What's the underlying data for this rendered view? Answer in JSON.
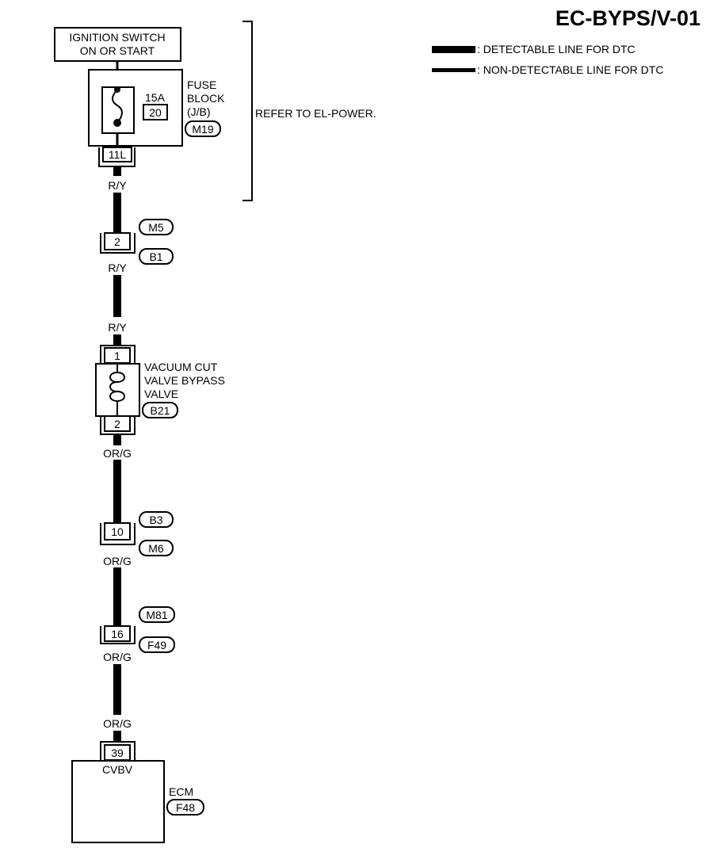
{
  "header": {
    "title": "EC-BYPS/V-01"
  },
  "legend": {
    "detectable": ": DETECTABLE LINE FOR DTC",
    "non_detectable": ": NON-DETECTABLE LINE FOR DTC"
  },
  "ignition_switch": {
    "line1": "IGNITION SWITCH",
    "line2": "ON OR START"
  },
  "fuse_block": {
    "amp": "15A",
    "fuse_no": "20",
    "label1": "FUSE",
    "label2": "BLOCK",
    "label3": "(J/B)",
    "connector": "M19",
    "terminal": "11L"
  },
  "refer": "REFER TO EL-POWER.",
  "wires": {
    "w1": "R/Y",
    "w2": "R/Y",
    "w3": "R/Y",
    "w4": "OR/G",
    "w5": "OR/G",
    "w6": "OR/G",
    "w7": "OR/G"
  },
  "junction1": {
    "pin": "2",
    "top": "M5",
    "bottom": "B1"
  },
  "valve": {
    "pin_top": "1",
    "pin_bottom": "2",
    "label1": "VACUUM CUT",
    "label2": "VALVE BYPASS",
    "label3": "VALVE",
    "connector": "B21"
  },
  "junction2": {
    "pin": "10",
    "top": "B3",
    "bottom": "M6"
  },
  "junction3": {
    "pin": "16",
    "top": "M81",
    "bottom": "F49"
  },
  "ecm": {
    "pin": "39",
    "terminal_name": "CVBV",
    "label": "ECM",
    "connector": "F48"
  }
}
